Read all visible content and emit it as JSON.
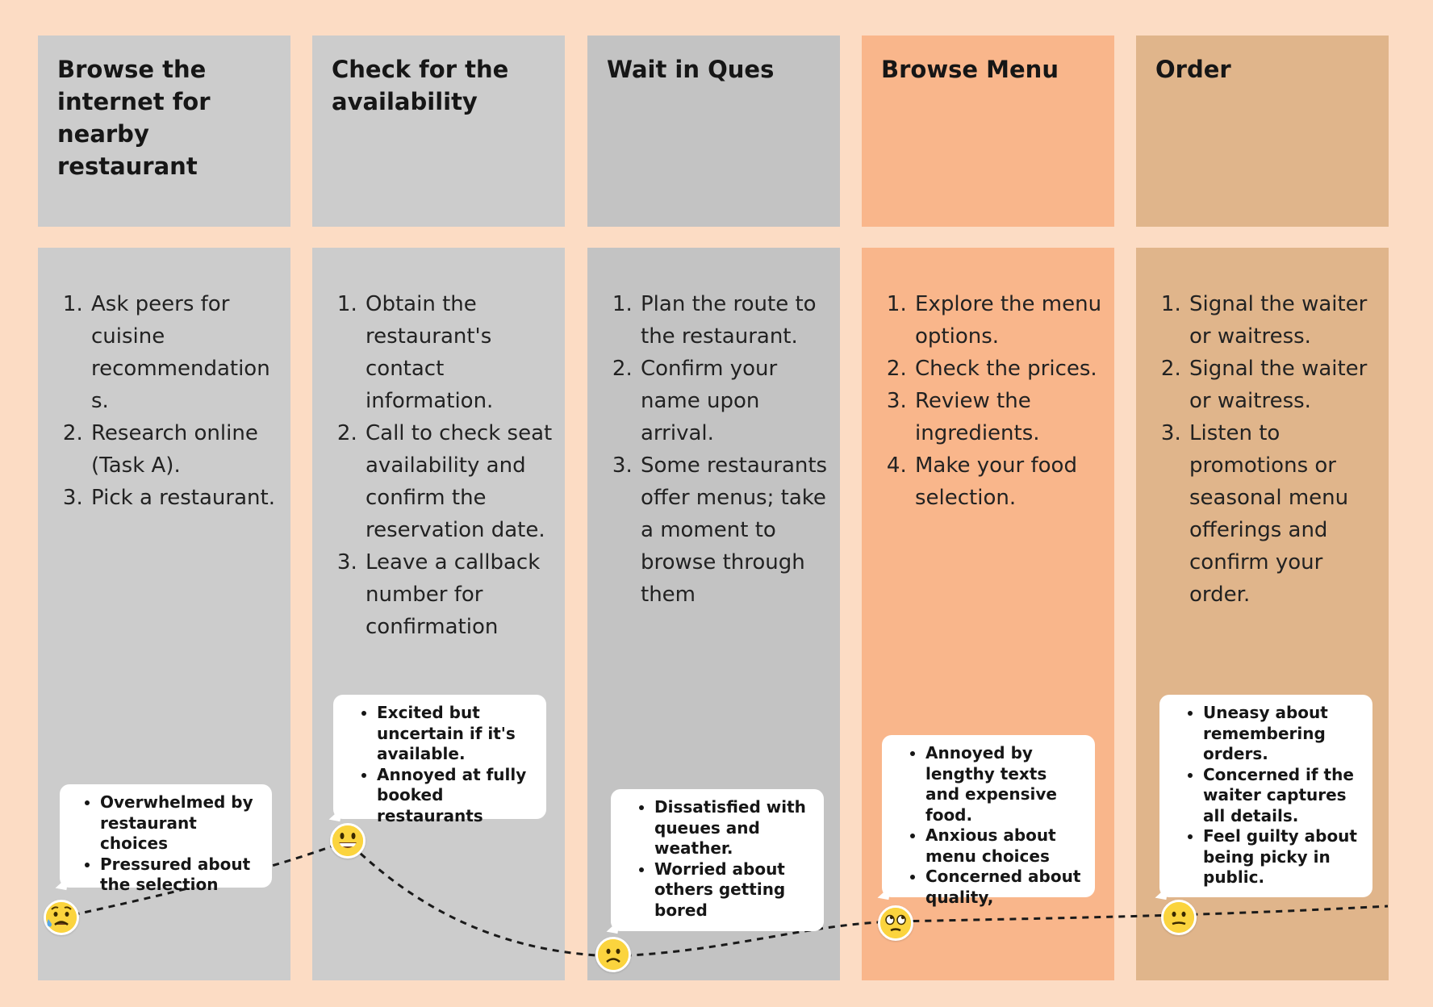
{
  "stages": [
    {
      "title": "Browse the internet for nearby restaurant",
      "steps": [
        "Ask peers for cuisine recommendation s.",
        "Research online (Task A).",
        "Pick a restaurant."
      ],
      "feelings": [
        "Overwhelmed by restaurant choices",
        " Pressured about the selection"
      ],
      "emotion": "anxious-sweat-icon",
      "color": "#cccccc"
    },
    {
      "title": "Check for the availability",
      "steps": [
        "Obtain the restaurant's contact information.",
        "Call to check seat availability and confirm the reservation date.",
        "Leave a callback number for confirmation"
      ],
      "feelings": [
        "Excited but uncertain if it's available.",
        "Annoyed at fully booked restaurants"
      ],
      "emotion": "happy-face-icon",
      "color": "#cccccc"
    },
    {
      "title": "Wait in Ques",
      "steps": [
        "Plan the route to the restaurant.",
        "Confirm your name upon arrival.",
        "Some restaurants offer menus; take a moment to browse through them"
      ],
      "feelings": [
        "Dissatisfied with queues and weather.",
        "Worried about others getting bored"
      ],
      "emotion": "frowning-face-icon",
      "color": "#c3c3c3"
    },
    {
      "title": "Browse Menu",
      "steps": [
        "Explore the menu options.",
        "Check the prices.",
        "Review the ingredients.",
        "Make your food selection."
      ],
      "feelings": [
        "Annoyed by lengthy texts and expensive food.",
        "Anxious about menu choices",
        "Concerned about quality,"
      ],
      "emotion": "eye-roll-face-icon",
      "color": "#f9b68b"
    },
    {
      "title": "Order",
      "steps": [
        "Signal the waiter or waitress.",
        "Signal the waiter or waitress.",
        "Listen to promotions or seasonal menu offerings and confirm your order."
      ],
      "feelings": [
        "Uneasy about remembering orders.",
        "Concerned if the waiter captures all details.",
        "Feel guilty about being picky in public."
      ],
      "emotion": "confused-face-icon",
      "color": "#e0b58b"
    }
  ]
}
